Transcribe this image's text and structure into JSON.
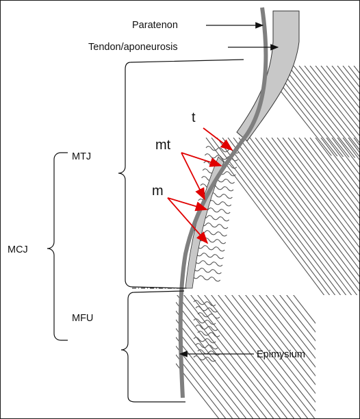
{
  "labels": {
    "paratenon": "Paratenon",
    "tendon": "Tendon/aponeurosis",
    "t": "t",
    "mt": "mt",
    "m": "m",
    "mtj": "MTJ",
    "mcj": "MCJ",
    "mfu": "MFU",
    "epimysium": "Epimysium"
  },
  "colors": {
    "epimysium_line": "#7f7f7f",
    "tendon_fill": "#c8c8c8",
    "fiber_stroke": "#555555",
    "red_arrow": "#e00000",
    "black": "#111111"
  }
}
